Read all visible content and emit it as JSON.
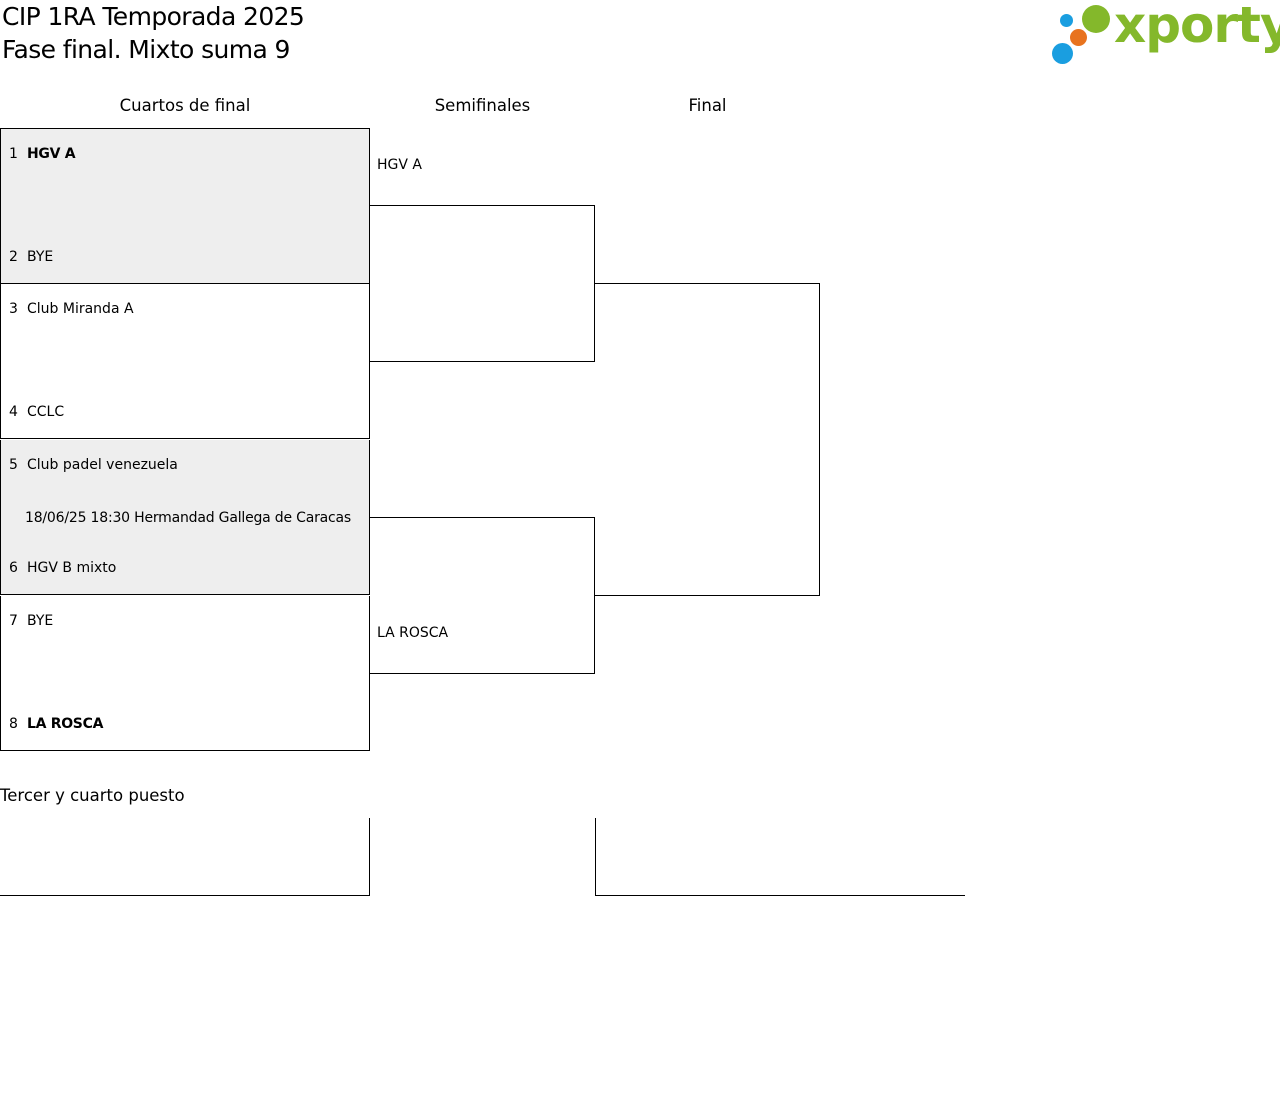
{
  "header": {
    "title_line1": "CIP 1RA Temporada 2025",
    "title_line2": "Fase final. Mixto suma 9"
  },
  "logo": {
    "text": "xporty",
    "colors": {
      "text": "#84b82b",
      "dot_blue": "#1a9ee0",
      "dot_orange": "#e8731e",
      "dot_green": "#84b82b"
    }
  },
  "rounds": {
    "quarterfinals": "Cuartos de final",
    "semifinals": "Semifinales",
    "final": "Final"
  },
  "quarterfinals": [
    {
      "top": {
        "seed": "1",
        "team": "HGV A",
        "winner": true
      },
      "bottom": {
        "seed": "2",
        "team": "BYE",
        "winner": false
      },
      "info": ""
    },
    {
      "top": {
        "seed": "3",
        "team": "Club Miranda A",
        "winner": false
      },
      "bottom": {
        "seed": "4",
        "team": "CCLC",
        "winner": false
      },
      "info": ""
    },
    {
      "top": {
        "seed": "5",
        "team": "Club padel venezuela",
        "winner": false
      },
      "bottom": {
        "seed": "6",
        "team": "HGV B mixto",
        "winner": false
      },
      "info": "18/06/25 18:30 Hermandad Gallega de Caracas"
    },
    {
      "top": {
        "seed": "7",
        "team": "BYE",
        "winner": false
      },
      "bottom": {
        "seed": "8",
        "team": "LA ROSCA",
        "winner": true
      },
      "info": ""
    }
  ],
  "semifinals": [
    {
      "top": "HGV A",
      "bottom": ""
    },
    {
      "top": "",
      "bottom": "LA ROSCA"
    }
  ],
  "third_place": {
    "title": "Tercer y cuarto puesto"
  }
}
